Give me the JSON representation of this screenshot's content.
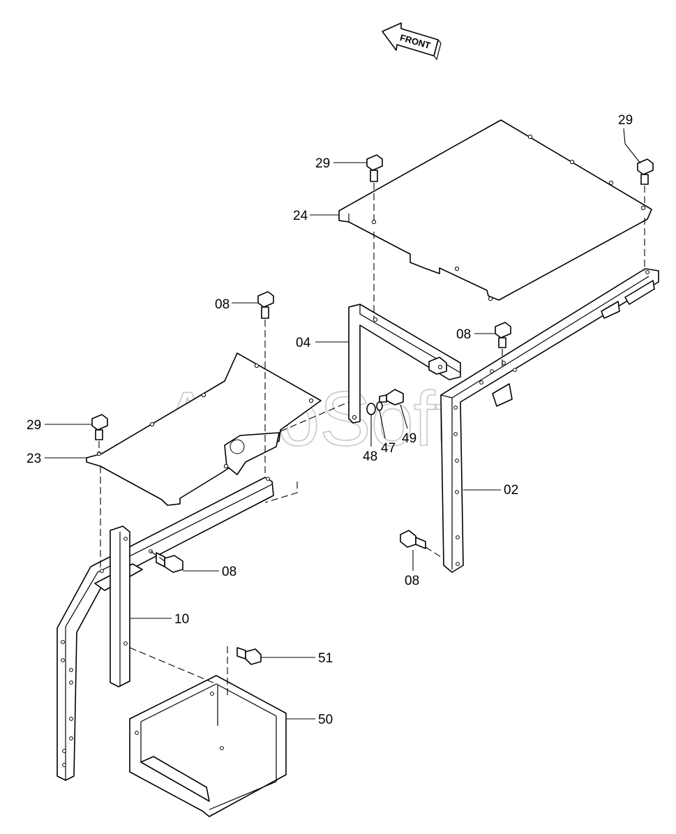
{
  "watermark": "AutoSoft",
  "direction_label": "FRONT",
  "callouts": [
    {
      "id": "c29a",
      "label": "29"
    },
    {
      "id": "c29b",
      "label": "29"
    },
    {
      "id": "c24",
      "label": "24"
    },
    {
      "id": "c08a",
      "label": "08"
    },
    {
      "id": "c04",
      "label": "04"
    },
    {
      "id": "c08b",
      "label": "08"
    },
    {
      "id": "c29c",
      "label": "29"
    },
    {
      "id": "c23",
      "label": "23"
    },
    {
      "id": "c48",
      "label": "48"
    },
    {
      "id": "c47",
      "label": "47"
    },
    {
      "id": "c49",
      "label": "49"
    },
    {
      "id": "c02",
      "label": "02"
    },
    {
      "id": "c08c",
      "label": "08"
    },
    {
      "id": "c08d",
      "label": "08"
    },
    {
      "id": "c10",
      "label": "10"
    },
    {
      "id": "c51",
      "label": "51"
    },
    {
      "id": "c50",
      "label": "50"
    }
  ]
}
